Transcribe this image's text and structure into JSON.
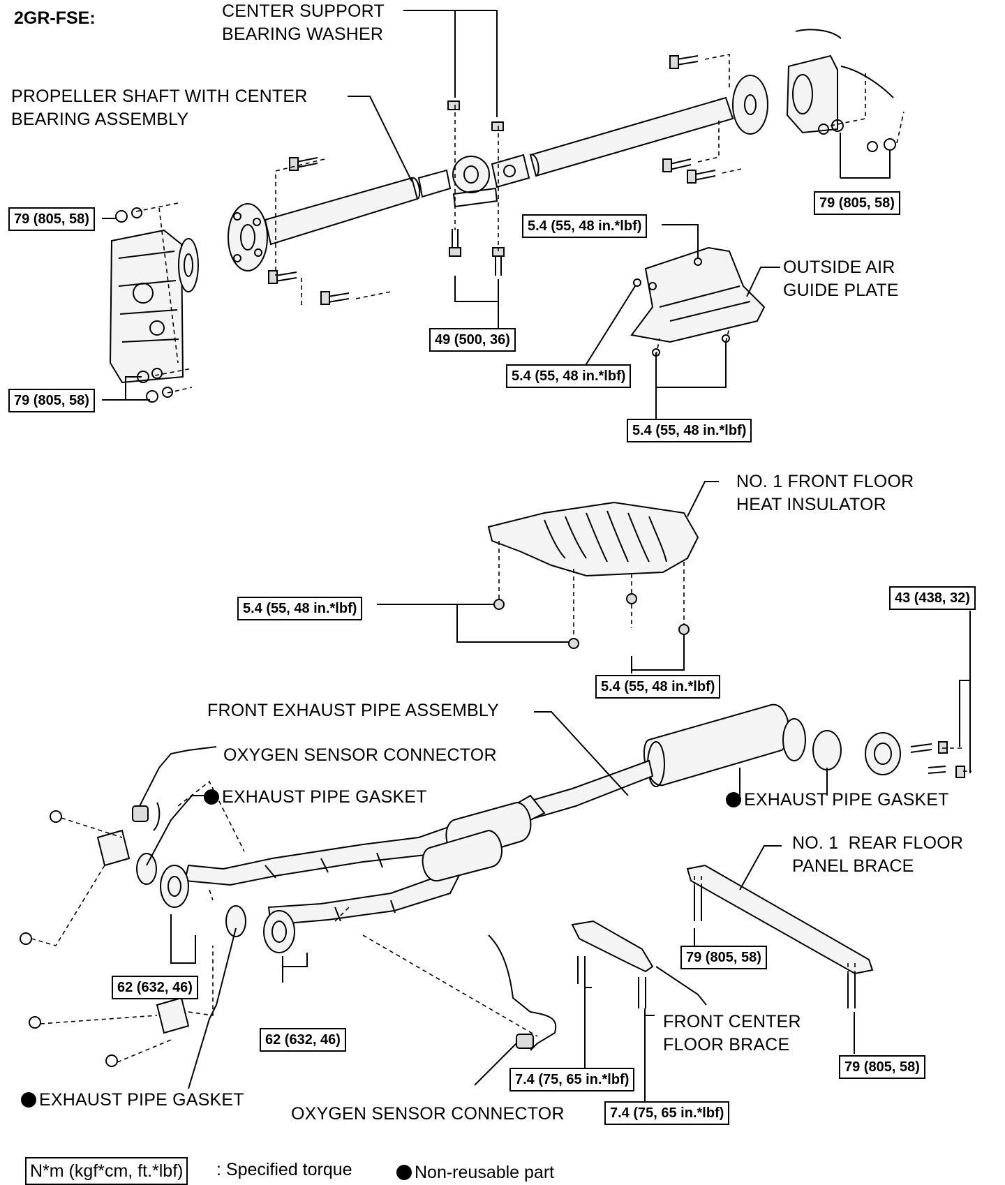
{
  "title": "2GR-FSE:",
  "labels": {
    "center_support_washer": "CENTER SUPPORT\nBEARING WASHER",
    "propeller_shaft": "PROPELLER SHAFT WITH CENTER\nBEARING ASSEMBLY",
    "outside_air_guide": "OUTSIDE AIR\nGUIDE PLATE",
    "front_floor_heat_insulator": "NO. 1 FRONT FLOOR\nHEAT INSULATOR",
    "front_exhaust_pipe": "FRONT EXHAUST PIPE ASSEMBLY",
    "oxygen_sensor_connector_top": "OXYGEN SENSOR CONNECTOR",
    "exhaust_pipe_gasket_left": "EXHAUST PIPE GASKET",
    "exhaust_pipe_gasket_right": "EXHAUST PIPE GASKET",
    "rear_floor_panel_brace": "NO. 1  REAR FLOOR\nPANEL BRACE",
    "front_center_floor_brace": "FRONT CENTER\nFLOOR BRACE",
    "exhaust_pipe_gasket_bottom": "EXHAUST PIPE GASKET",
    "oxygen_sensor_connector_bottom": "OXYGEN SENSOR CONNECTOR"
  },
  "torques": {
    "t1": "79 (805, 58)",
    "t2": "79 (805, 58)",
    "t3": "79 (805, 58)",
    "t4": "49 (500, 36)",
    "t5": "5.4 (55, 48 in.*lbf)",
    "t6": "5.4 (55, 48 in.*lbf)",
    "t7": "5.4 (55, 48 in.*lbf)",
    "t8": "5.4 (55, 48 in.*lbf)",
    "t9": "5.4 (55, 48 in.*lbf)",
    "t10": "43 (438, 32)",
    "t11": "79 (805, 58)",
    "t12": "62 (632, 46)",
    "t13": "62 (632, 46)",
    "t14": "7.4 (75, 65 in.*lbf)",
    "t15": "7.4 (75, 65 in.*lbf)",
    "t16": "79 (805, 58)"
  },
  "legend": {
    "torque_box": "N*m (kgf*cm, ft.*lbf)",
    "torque_text": ": Specified torque",
    "nonreusable_text": "Non-reusable part"
  }
}
